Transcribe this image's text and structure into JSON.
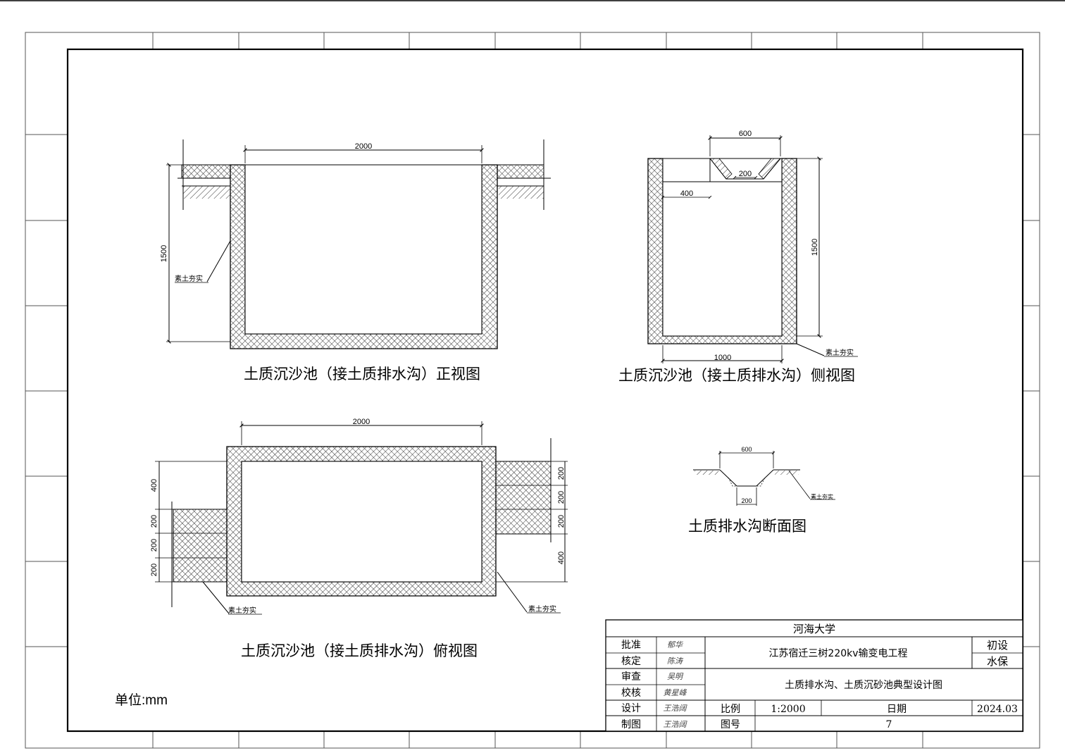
{
  "front_view": {
    "caption": "土质沉沙池（接土质排水沟）正视图",
    "dim_width": "2000",
    "dim_height": "1500",
    "note": "素土夯实"
  },
  "side_view": {
    "caption": "土质沉沙池（接土质排水沟）侧视图",
    "dim_top": "600",
    "dim_bottom_inner": "200",
    "dim_offset": "400",
    "dim_height": "1500",
    "dim_width": "1000",
    "note": "素土夯实"
  },
  "plan_view": {
    "caption": "土质沉沙池（接土质排水沟）俯视图",
    "dim_width": "2000",
    "left_dims": [
      "400",
      "200",
      "200",
      "200"
    ],
    "right_dims": [
      "200",
      "200",
      "200",
      "400"
    ],
    "note_left": "素土夯实",
    "note_right": "素土夯实"
  },
  "ditch_section": {
    "caption": "土质排水沟断面图",
    "dim_top": "600",
    "dim_bottom": "200",
    "note": "素土夯实"
  },
  "unit_label": "单位:mm",
  "title_block": {
    "org": "河海大学",
    "project": "江苏宿迁三树220kv输变电工程",
    "drawing_title": "土质排水沟、土质沉砂池典型设计图",
    "stage_1": "初设",
    "stage_2": "水保",
    "rows": [
      {
        "role": "批准",
        "signature": "郁华"
      },
      {
        "role": "核定",
        "signature": "陈涛"
      },
      {
        "role": "审查",
        "signature": "吴明"
      },
      {
        "role": "校核",
        "signature": "黄星峰"
      },
      {
        "role": "设计",
        "signature": "王浩阔"
      },
      {
        "role": "制图",
        "signature": "王浩阔"
      }
    ],
    "scale_label": "比例",
    "scale_value": "1:2000",
    "date_label": "日期",
    "date_value": "2024.03",
    "number_label": "图号",
    "number_value": "7"
  }
}
